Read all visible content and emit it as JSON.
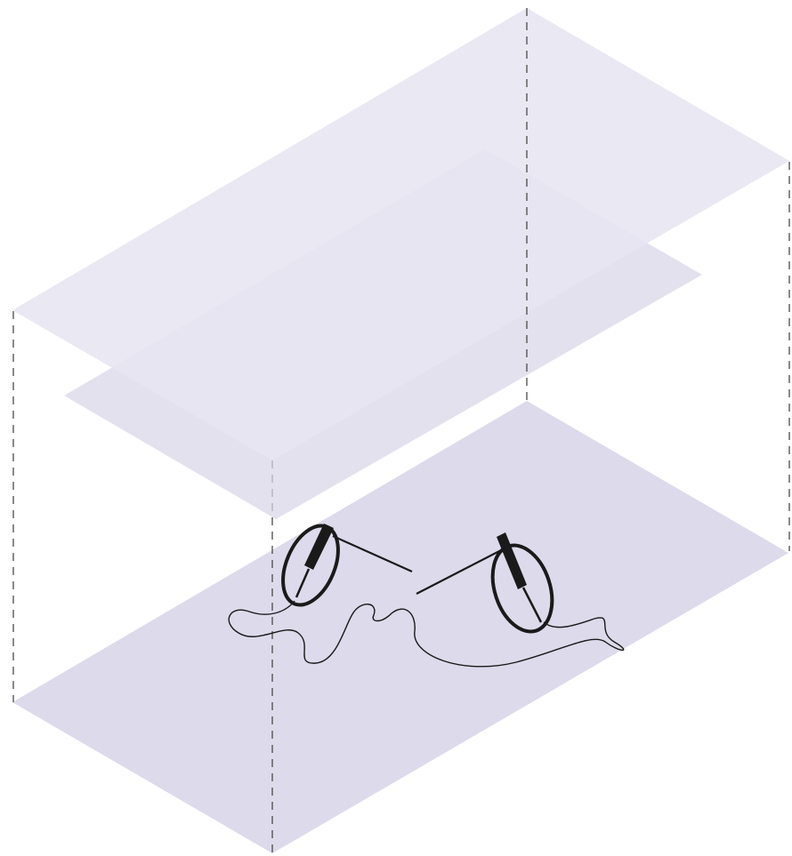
{
  "diagram": {
    "kind": "isometric layered planes with two loop probes",
    "layers": [
      {
        "id": "top",
        "color": "#e7e5f1"
      },
      {
        "id": "middle",
        "color": "#d9d6e8"
      },
      {
        "id": "bottom",
        "color": "#dddaeb"
      }
    ],
    "elements": {
      "probes": 2,
      "connector_lines": 2,
      "cable": 1,
      "vertical_dashed_guides": 4
    }
  }
}
